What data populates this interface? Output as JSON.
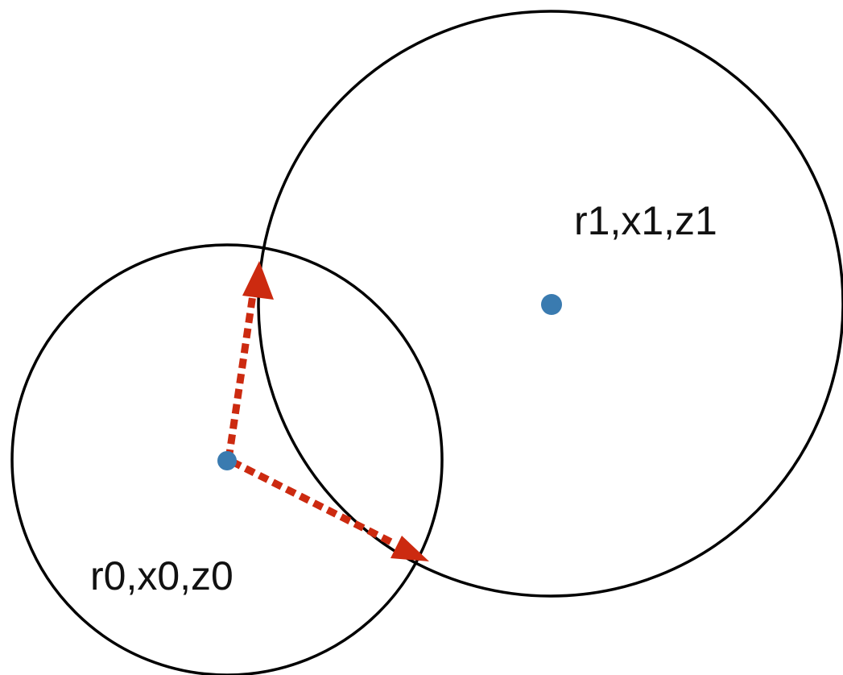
{
  "colors": {
    "outline": "#000000",
    "center_dot": "#3a7bb0",
    "arrow": "#cc2a10",
    "background": "#ffffff"
  },
  "circles": [
    {
      "id": "circle-0",
      "label": "r0,x0,z0"
    },
    {
      "id": "circle-1",
      "label": "r1,x1,z1"
    }
  ],
  "arrows": [
    {
      "id": "arrow-up",
      "from": "circle-0 center",
      "to": "intersection upper"
    },
    {
      "id": "arrow-down",
      "from": "circle-0 center",
      "to": "intersection lower"
    }
  ]
}
